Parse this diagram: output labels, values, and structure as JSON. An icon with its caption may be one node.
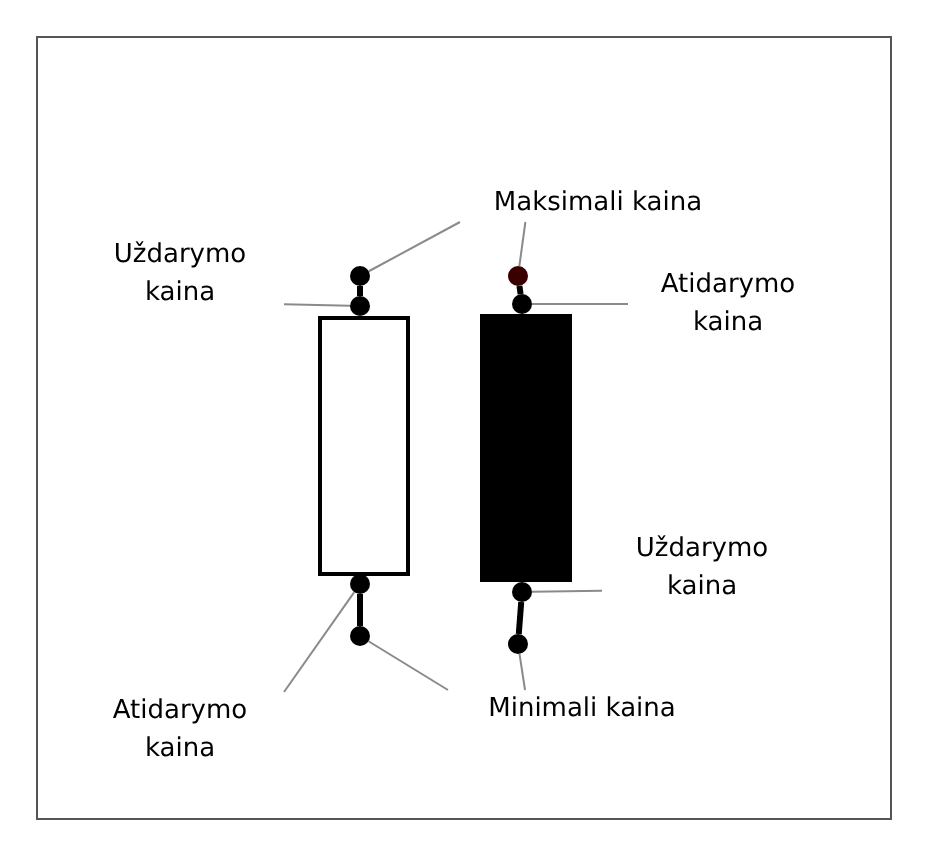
{
  "diagram": {
    "nodes": [
      {
        "text": [
          "Maksimali kaina"
        ]
      },
      {
        "text": [
          "Uždarymo kaina"
        ]
      },
      {
        "text": [
          "Atidarymo kaina"
        ]
      },
      {
        "text": [
          "Uždarymo kaina"
        ]
      },
      {
        "text": [
          "Atidarymo kaina"
        ]
      },
      {
        "text": [
          "Minimali kaina"
        ]
      },
      {
        "text": [],
        "shape": "circle"
      },
      {
        "text": [],
        "shape": "circle"
      },
      {
        "text": [],
        "shape": "circle"
      },
      {
        "text": [],
        "shape": "circle"
      },
      {
        "text": [],
        "shape": "circle"
      },
      {
        "text": [],
        "shape": "circle"
      },
      {
        "text": [],
        "shape": "circle"
      },
      {
        "text": [],
        "shape": "circle"
      },
      {
        "text": [],
        "shape": "box"
      },
      {
        "text": [],
        "shape": "box"
      }
    ],
    "edges": [
      {
        "from": 0,
        "to": 6,
        "arrow": "none"
      },
      {
        "from": 0,
        "to": 7,
        "arrow": "none"
      },
      {
        "from": 1,
        "to": 8,
        "arrow": "none"
      },
      {
        "from": 2,
        "to": 9,
        "arrow": "none"
      },
      {
        "from": 3,
        "to": 11,
        "arrow": "none"
      },
      {
        "from": 4,
        "to": 10,
        "arrow": "none"
      },
      {
        "from": 5,
        "to": 12,
        "arrow": "none"
      },
      {
        "from": 5,
        "to": 13,
        "arrow": "none"
      },
      {
        "from": 6,
        "to": 8,
        "arrow": "none",
        "style": "thick",
        "color": "#000000"
      },
      {
        "from": 10,
        "to": 12,
        "arrow": "none",
        "style": "thick",
        "color": "#000000"
      },
      {
        "from": 7,
        "to": 9,
        "arrow": "none",
        "style": "thick",
        "color": "#000000"
      },
      {
        "from": 11,
        "to": 13,
        "arrow": "none",
        "style": "thick",
        "color": "#000000"
      }
    ]
  }
}
